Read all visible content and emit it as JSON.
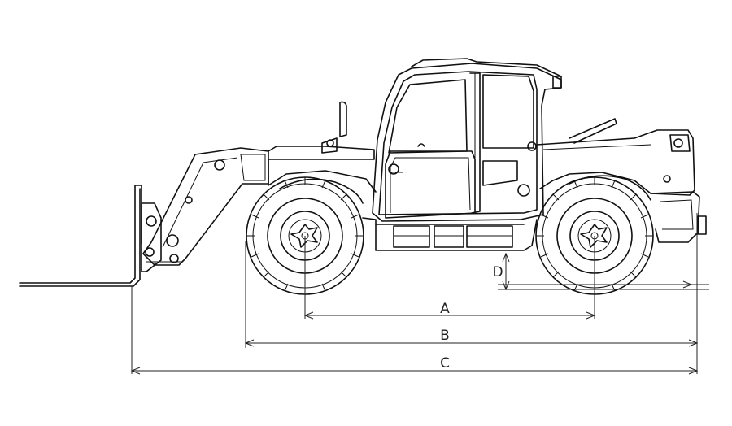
{
  "dimensions": {
    "a_label": "A",
    "b_label": "B",
    "c_label": "C",
    "d_label": "D"
  }
}
